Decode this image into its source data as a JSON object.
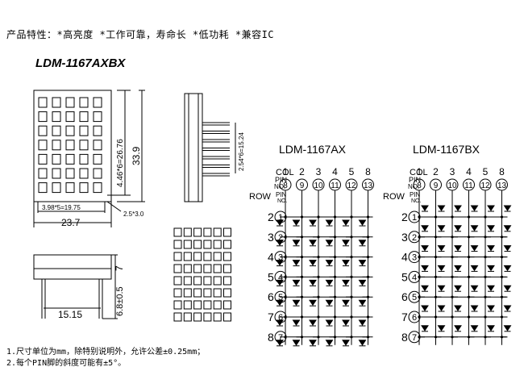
{
  "header": "产品特性：*高亮度 *工作可靠，寿命长 *低功耗 *兼容IC",
  "model": "LDM-1167AXBX",
  "front_view": {
    "pitch_x": "3.98*5=19.75",
    "width": "23.7",
    "pitch_y": "4.46*6=26.76",
    "height": "33.9",
    "dot": "2.5*3.0"
  },
  "side_view": {
    "pin_pitch": "2.54*6=15.24"
  },
  "bottom_view": {
    "height": "7",
    "pin_length": "6.8±0.5",
    "pin_span": "15.15"
  },
  "schematics": [
    {
      "title": "LDM-1167AX",
      "col_label": "COL",
      "pin_label": "PIN",
      "no_label": "NO.",
      "row_label": "ROW",
      "col_numbers": [
        "1",
        "2",
        "3",
        "4",
        "5",
        "8"
      ],
      "col_pins": [
        "8",
        "9",
        "10",
        "11",
        "12",
        "13"
      ],
      "row_numbers": [
        "2",
        "3",
        "4",
        "5",
        "6",
        "7",
        "8"
      ],
      "row_pins": [
        "1",
        "2",
        "3",
        "4",
        "5",
        "6",
        "7"
      ]
    },
    {
      "title": "LDM-1167BX",
      "col_label": "COL",
      "pin_label": "PIN",
      "no_label": "NO.",
      "row_label": "ROW",
      "col_numbers": [
        "1",
        "2",
        "3",
        "4",
        "5",
        "8"
      ],
      "col_pins": [
        "8",
        "9",
        "10",
        "11",
        "12",
        "13"
      ],
      "row_numbers": [
        "2",
        "3",
        "4",
        "5",
        "6",
        "7",
        "8"
      ],
      "row_pins": [
        "1",
        "2",
        "3",
        "4",
        "5",
        "6",
        "7"
      ]
    }
  ],
  "notes": [
    "1.尺寸单位为mm，除特别说明外，允许公差±0.25mm；",
    "2.每个PIN脚的斜度可能有±5°。"
  ]
}
